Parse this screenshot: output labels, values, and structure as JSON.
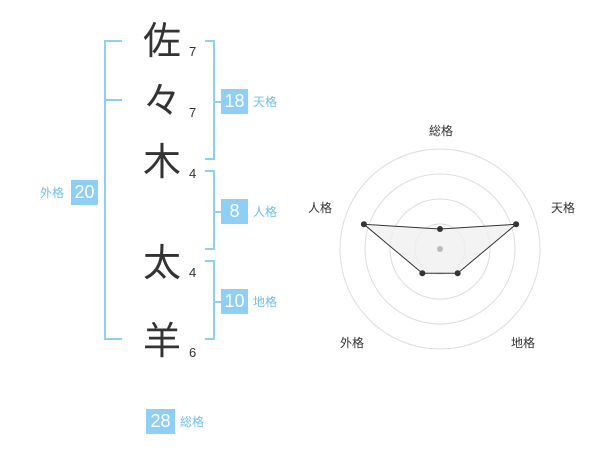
{
  "name": {
    "chars": [
      {
        "char": "佐",
        "strokes": "7"
      },
      {
        "char": "々",
        "strokes": "7"
      },
      {
        "char": "木",
        "strokes": "4"
      },
      {
        "char": "太",
        "strokes": "4"
      },
      {
        "char": "羊",
        "strokes": "6"
      }
    ]
  },
  "kakusu": {
    "tenkaku": {
      "value": "18",
      "label": "天格"
    },
    "jinkaku": {
      "value": "8",
      "label": "人格"
    },
    "chikaku": {
      "value": "10",
      "label": "地格"
    },
    "gaikaku": {
      "value": "20",
      "label": "外格"
    },
    "soukaku": {
      "value": "28",
      "label": "総格"
    }
  },
  "colors": {
    "accent": "#8fcff5",
    "accent_text": "#6fbff0",
    "text": "#333333",
    "ring": "#dddddd",
    "fill": "#f0f0f0"
  },
  "chart_data": {
    "type": "radar",
    "axes": [
      "総格",
      "天格",
      "地格",
      "外格",
      "人格"
    ],
    "rings": 4,
    "values": [
      1,
      4,
      1.5,
      1.5,
      4
    ],
    "max": 5
  }
}
